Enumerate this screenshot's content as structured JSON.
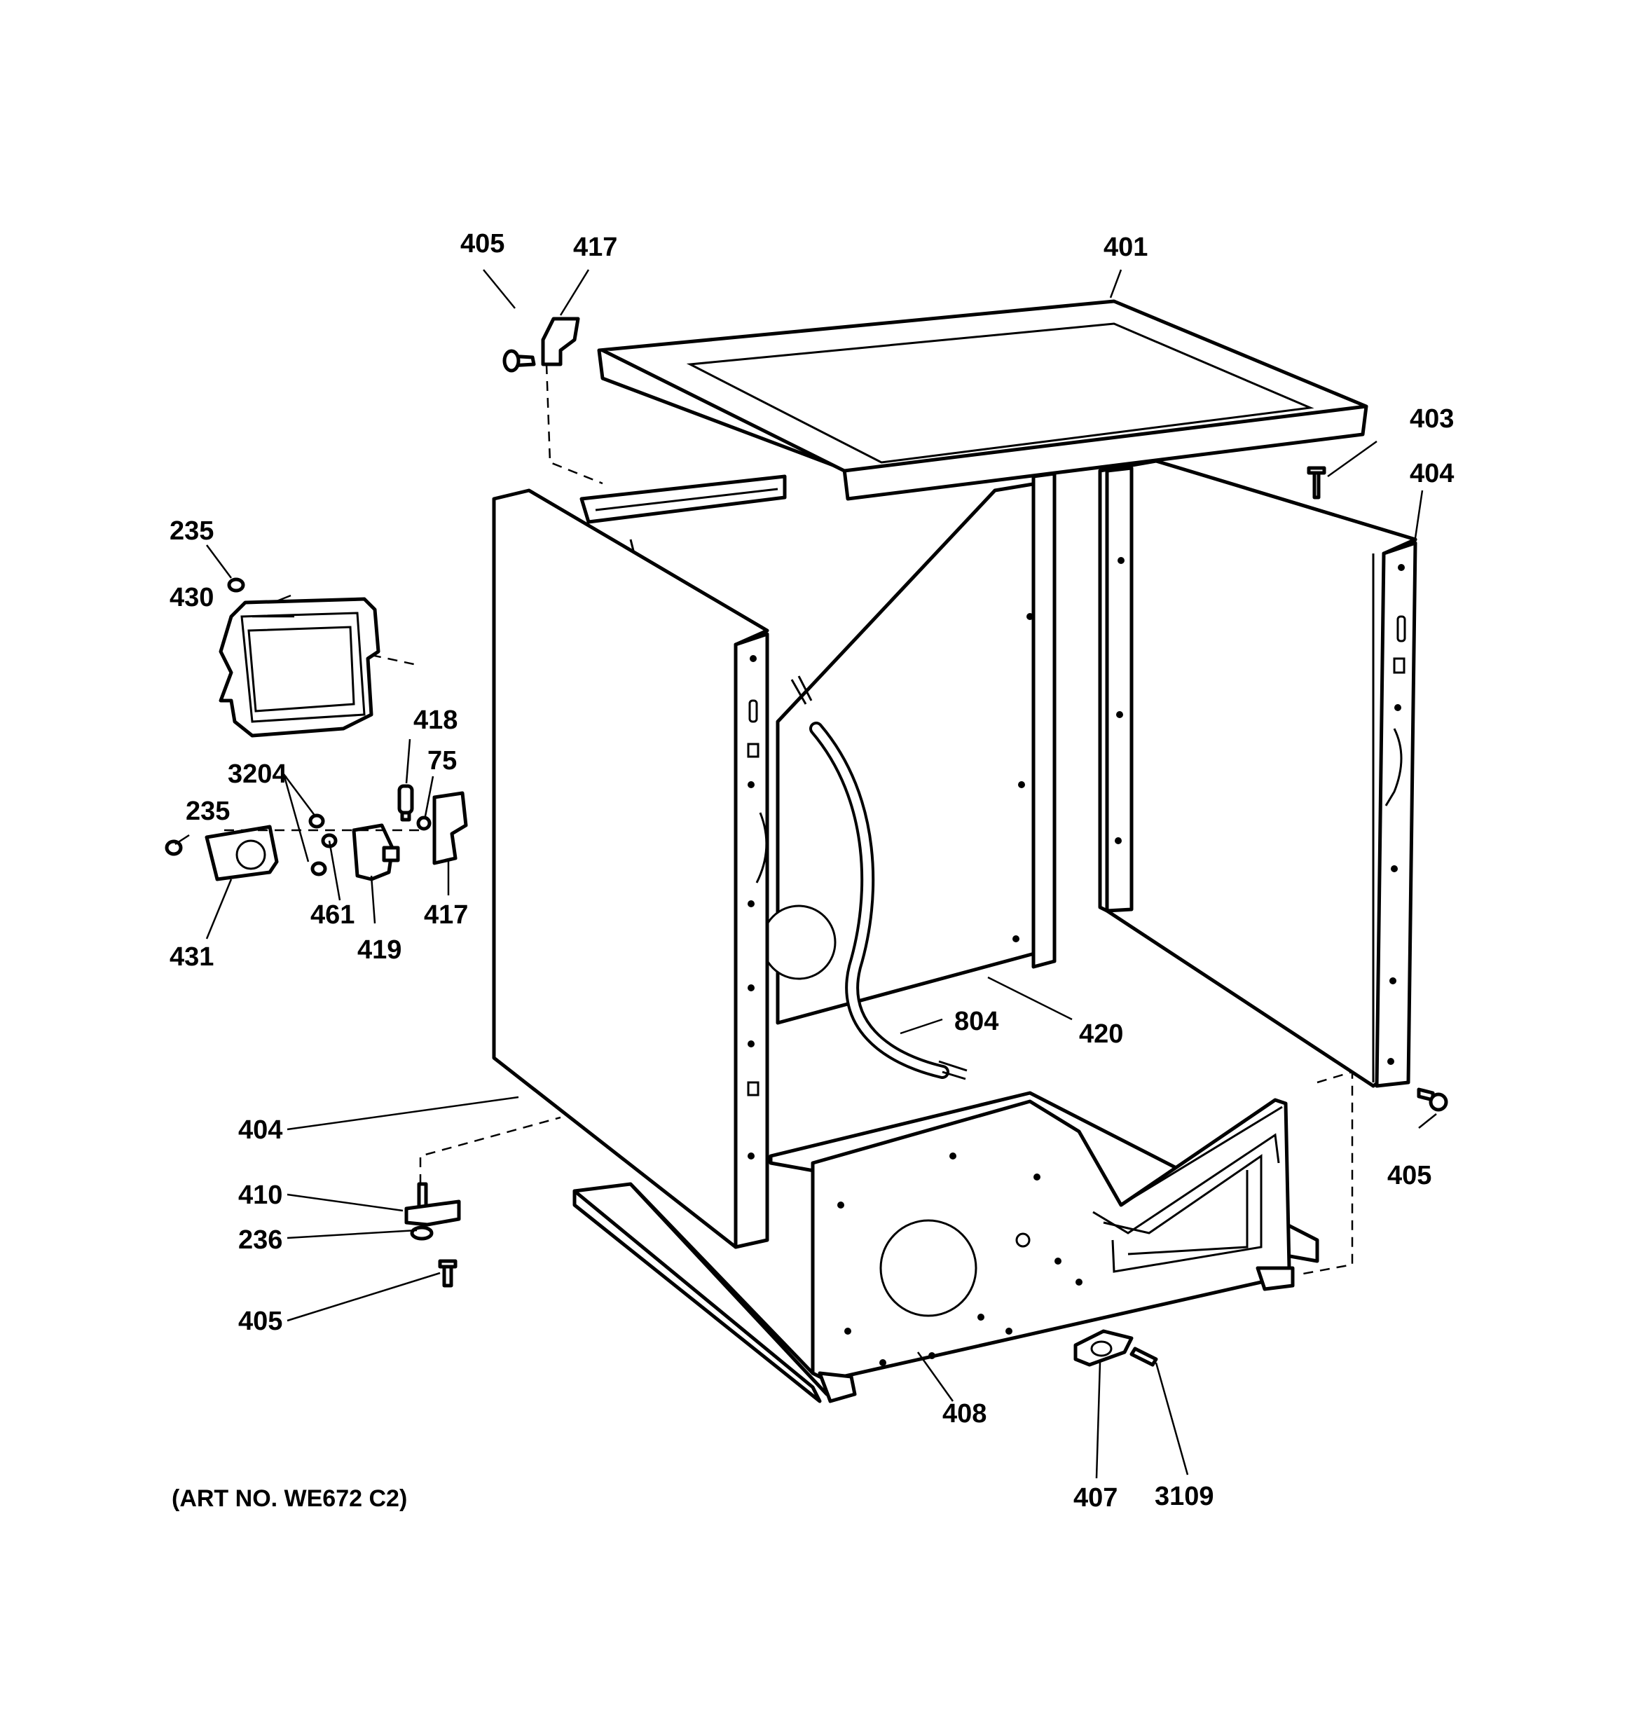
{
  "diagram": {
    "art_number": "(ART NO. WE672 C2)",
    "labels": [
      {
        "id": "l405a",
        "text": "405"
      },
      {
        "id": "l417a",
        "text": "417"
      },
      {
        "id": "l401",
        "text": "401"
      },
      {
        "id": "l403",
        "text": "403"
      },
      {
        "id": "l404a",
        "text": "404"
      },
      {
        "id": "l235a",
        "text": "235"
      },
      {
        "id": "l430",
        "text": "430"
      },
      {
        "id": "l418",
        "text": "418"
      },
      {
        "id": "l75",
        "text": "75"
      },
      {
        "id": "l3204",
        "text": "3204"
      },
      {
        "id": "l235b",
        "text": "235"
      },
      {
        "id": "l461",
        "text": "461"
      },
      {
        "id": "l417b",
        "text": "417"
      },
      {
        "id": "l419",
        "text": "419"
      },
      {
        "id": "l431",
        "text": "431"
      },
      {
        "id": "l804",
        "text": "804"
      },
      {
        "id": "l420",
        "text": "420"
      },
      {
        "id": "l404b",
        "text": "404"
      },
      {
        "id": "l405b",
        "text": "405"
      },
      {
        "id": "l410",
        "text": "410"
      },
      {
        "id": "l236",
        "text": "236"
      },
      {
        "id": "l405c",
        "text": "405"
      },
      {
        "id": "l408",
        "text": "408"
      },
      {
        "id": "l407",
        "text": "407"
      },
      {
        "id": "l3109",
        "text": "3109"
      }
    ]
  }
}
